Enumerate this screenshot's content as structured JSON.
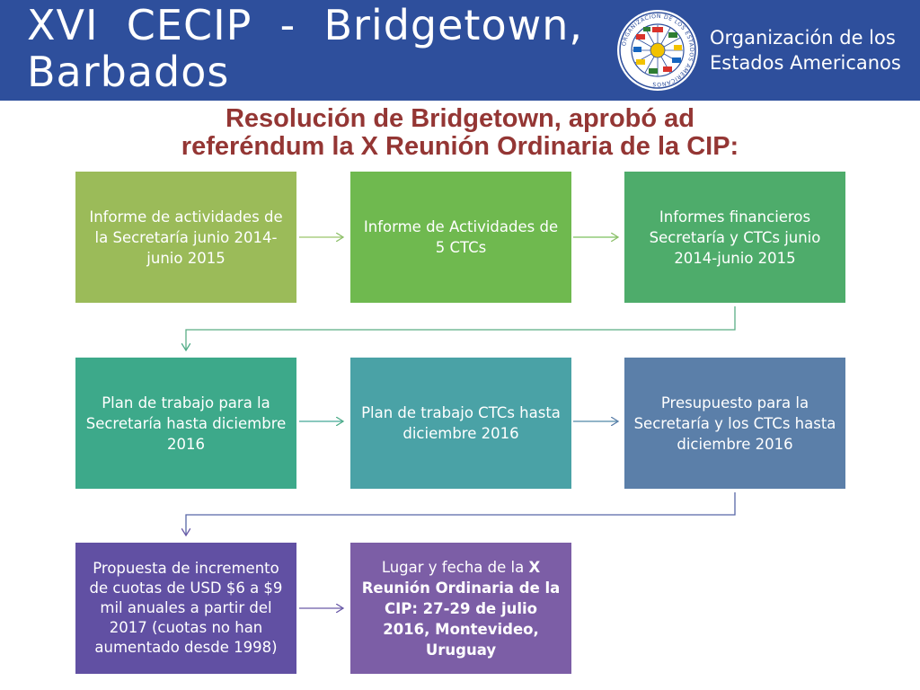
{
  "header": {
    "title_line1": "XVI  CECIP  -  Bridgetown,",
    "title_line2": "Barbados",
    "org_line1": "Organización de los",
    "org_line2": "Estados Americanos",
    "seal_text": "ORGANIZACION DE LOS ESTADOS AMERICANOS"
  },
  "subtitle": {
    "line1": "Resolución de Bridgetown, aprobó ad",
    "line2": "referéndum la X Reunión Ordinaria de la CIP:"
  },
  "colors": {
    "header_bg": "#2e4f9c",
    "subtitle": "#943634",
    "box1": "#9bbb59",
    "box2": "#6fb94f",
    "box3": "#4eac6b",
    "box4": "#3da98a",
    "box5": "#4aa2a6",
    "box6": "#5b7fa9",
    "box7": "#6150a3",
    "box8": "#7c5ea6"
  },
  "boxes": [
    {
      "text": "Informe de actividades de la Secretaría junio 2014-junio 2015"
    },
    {
      "text": "Informe de Actividades de 5 CTCs"
    },
    {
      "text": "Informes financieros Secretaría y CTCs  junio 2014-junio 2015"
    },
    {
      "text": "Plan de trabajo para la Secretaría hasta diciembre 2016"
    },
    {
      "text": "Plan de trabajo CTCs hasta diciembre 2016"
    },
    {
      "text": "Presupuesto para la Secretaría y los CTCs hasta diciembre 2016"
    },
    {
      "text": "Propuesta de incremento de cuotas de USD $6 a $9 mil anuales a partir del 2017 (cuotas no han aumentado desde 1998)"
    },
    {
      "text_plain": "Lugar y fecha de la ",
      "text_bold": "X Reunión Ordinaria de la CIP: 27-29 de julio 2016, Montevideo, Uruguay"
    }
  ]
}
